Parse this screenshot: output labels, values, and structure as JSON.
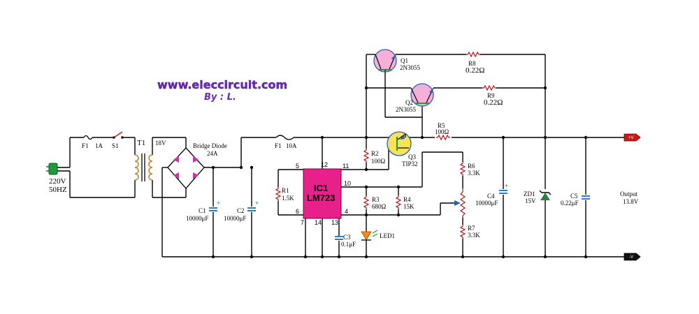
{
  "header": {
    "website": "www.eleccircuit.com",
    "author": "By : L."
  },
  "input": {
    "voltage": "220V",
    "frequency": "50HZ"
  },
  "components": {
    "fuse_in": {
      "name": "F1",
      "rating": "1A"
    },
    "switch": {
      "name": "S1"
    },
    "transformer": {
      "name": "T1",
      "secondary": "18V"
    },
    "bridge": {
      "name": "Bridge Diode",
      "rating": "24A"
    },
    "c1": {
      "name": "C1",
      "value": "10000μF"
    },
    "c2": {
      "name": "C2",
      "value": "10000μF"
    },
    "fuse_out": {
      "name": "F1",
      "rating": "10A"
    },
    "r1": {
      "name": "R1",
      "value": "1.5K"
    },
    "ic": {
      "name": "IC1",
      "part": "LM723",
      "pins": [
        "5",
        "12",
        "11",
        "10",
        "6",
        "4",
        "7",
        "14",
        "13"
      ]
    },
    "r2": {
      "name": "R2",
      "value": "100Ω"
    },
    "r3": {
      "name": "R3",
      "value": "680Ω"
    },
    "r4": {
      "name": "R4",
      "value": "15K"
    },
    "c3": {
      "name": "C3",
      "value": "0.1μF"
    },
    "led": {
      "name": "LED1"
    },
    "q1": {
      "name": "Q1",
      "part": "2N3055"
    },
    "q2": {
      "name": "Q2",
      "part": "2N3055"
    },
    "q3": {
      "name": "Q3",
      "part": "TIP32"
    },
    "r5": {
      "name": "R5",
      "value": "100Ω"
    },
    "r8": {
      "name": "R8",
      "value": "0.22Ω"
    },
    "r9": {
      "name": "R9",
      "value": "0.22Ω"
    },
    "r6": {
      "name": "R6",
      "value": "3.3K"
    },
    "r7": {
      "name": "R7",
      "value": "3.3K"
    },
    "c4": {
      "name": "C4",
      "value": "10000μF"
    },
    "zd1": {
      "name": "ZD1",
      "value": "15V"
    },
    "c5": {
      "name": "C5",
      "value": "0.22μF"
    }
  },
  "output": {
    "label": "Output",
    "voltage": "13.8V",
    "pos_terminal": "+V",
    "neg_terminal": "-V"
  },
  "colors": {
    "ic_fill": "#e8208a",
    "transistor_fill": "#f4b0d8",
    "tip32_fill": "#f5e45a",
    "title_color": "#6a2bb5",
    "cap_color": "#2a7fc8",
    "terminal_pos": "#cc1818",
    "terminal_neg": "#111111"
  }
}
